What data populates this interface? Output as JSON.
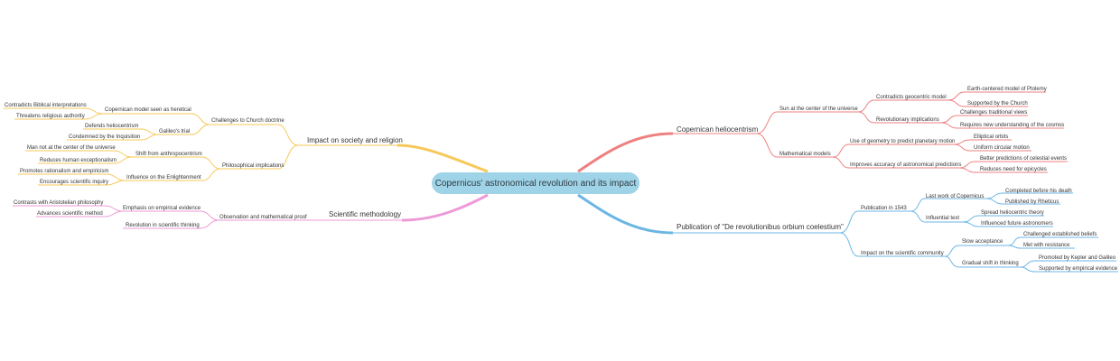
{
  "root": "Copernicus' astronomical revolution and its impact",
  "colors": {
    "heliocentrism": "#ee8080",
    "publication": "#6cb6e4",
    "society": "#f7c85a",
    "method": "#ee9ad8"
  },
  "branches": {
    "heliocentrism": {
      "label": "Copernican heliocentrism",
      "sun": {
        "label": "Sun at the center of the universe",
        "contradicts": {
          "label": "Contradicts geocentric model",
          "leaves": [
            "Earth-centered model of Ptolemy",
            "Supported by the Church"
          ]
        },
        "revolutionary": {
          "label": "Revolutionary implications",
          "leaves": [
            "Challenges traditional views",
            "Requires new understanding of the cosmos"
          ]
        }
      },
      "models": {
        "label": "Mathematical models",
        "geometry": {
          "label": "Use of geometry to predict planetary motion",
          "leaves": [
            "Elliptical orbits",
            "Uniform circular motion"
          ]
        },
        "accuracy": {
          "label": "Improves accuracy of astronomical predictions",
          "leaves": [
            "Better predictions of celestial events",
            "Reduces need for epicycles"
          ]
        }
      }
    },
    "publication": {
      "label": "Publication of \"De revolutionibus orbium coelestium\"",
      "pub1543": {
        "label": "Publication in 1543",
        "lastwork": {
          "label": "Last work of Copernicus",
          "leaves": [
            "Completed before his death",
            "Published by Rheticus"
          ]
        },
        "influential": {
          "label": "Influential text",
          "leaves": [
            "Spread heliocentric theory",
            "Influenced future astronomers"
          ]
        }
      },
      "impact": {
        "label": "Impact on the scientific community",
        "slow": {
          "label": "Slow acceptance",
          "leaves": [
            "Challenged established beliefs",
            "Met with resistance"
          ]
        },
        "gradual": {
          "label": "Gradual shift in thinking",
          "leaves": [
            "Promoted by Kepler and Galileo",
            "Supported by empirical evidence"
          ]
        }
      }
    },
    "society": {
      "label": "Impact on society and religion",
      "church": {
        "label": "Challenges to Church doctrine",
        "heretical": {
          "label": "Copernican model seen as heretical",
          "leaves": [
            "Contradicts Biblical interpretations",
            "Threatens religious authority"
          ]
        },
        "galileo": {
          "label": "Galileo's trial",
          "leaves": [
            "Defends heliocentrism",
            "Condemned by the Inquisition"
          ]
        }
      },
      "philosophy": {
        "label": "Philosophical implications",
        "shift": {
          "label": "Shift from anthropocentrism",
          "leaves": [
            "Man not at the center of the universe",
            "Reduces human exceptionalism"
          ]
        },
        "enlightenment": {
          "label": "Influence on the Enlightenment",
          "leaves": [
            "Promotes rationalism and empiricism",
            "Encourages scientific inquiry"
          ]
        }
      }
    },
    "method": {
      "label": "Scientific methodology",
      "observation": {
        "label": "Observation and mathematical proof",
        "emphasis": {
          "label": "Emphasis on empirical evidence",
          "leaves": [
            "Contrasts with Aristotelian philosophy",
            "Advances scientific method"
          ]
        },
        "revolution": {
          "label": "Revolution in scientific thinking"
        }
      }
    }
  }
}
